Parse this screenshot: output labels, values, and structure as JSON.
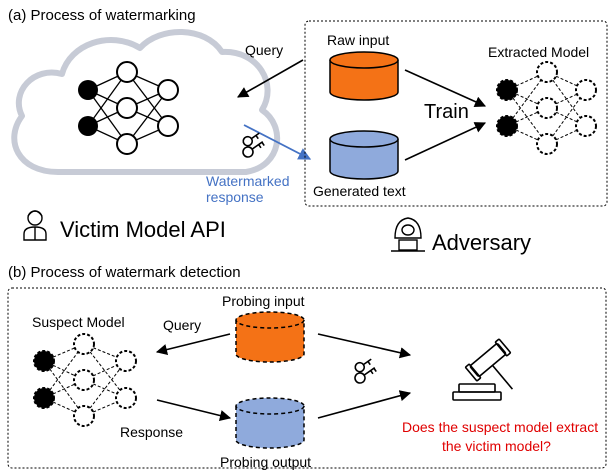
{
  "panel_a": {
    "title": "(a) Process of watermarking",
    "query_label": "Query",
    "raw_input_label": "Raw input",
    "generated_text_label": "Generated text",
    "train_label": "Train",
    "extracted_model_label": "Extracted Model",
    "watermarked_line1": "Watermarked",
    "watermarked_line2": "response",
    "victim_label": "Victim Model API",
    "adversary_label": "Adversary"
  },
  "panel_b": {
    "title": "(b) Process of watermark detection",
    "suspect_model_label": "Suspect Model",
    "query_label": "Query",
    "response_label": "Response",
    "probing_input_label": "Probing input",
    "probing_output_label": "Probing output",
    "question_line1": "Does the suspect model extract",
    "question_line2": "the victim model?"
  },
  "colors": {
    "raw_input_cylinder": "#f47216",
    "generated_cylinder": "#8faadc",
    "watermark_arrow": "#4472c4",
    "watermark_text": "#4472c4",
    "question_text": "#e00000",
    "cloud_outline": "#c7cbd6"
  },
  "icons": [
    "cloud-icon",
    "key-icon",
    "user-icon",
    "hacker-icon",
    "gavel-icon"
  ]
}
